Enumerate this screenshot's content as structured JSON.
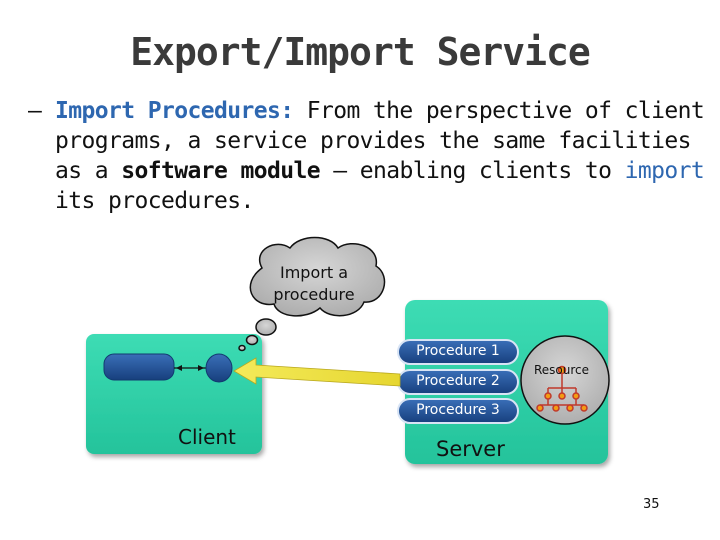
{
  "slide": {
    "title": "Export/Import Service",
    "bullet": {
      "dash": "–",
      "heading": "Import Procedures:",
      "text1": " From the perspective of client programs, a service provides the same facilities as a ",
      "emphasis": "software module",
      "text2": " – enabling clients to ",
      "import_word": "import",
      "text3": " its procedures."
    },
    "page_number": "35"
  },
  "diagram": {
    "thought_cloud": {
      "line1": "Import a",
      "line2": "procedure"
    },
    "client_label": "Client",
    "server_label": "Server",
    "resource_label": "Resource",
    "procedures": [
      "Procedure 1",
      "Procedure 2",
      "Procedure 3"
    ],
    "colors": {
      "box_green": "#2fd0a8",
      "procedure_blue": "#1f4f96",
      "arrow_yellow": "#f2e64a",
      "cloud_gray": "#b9b9b9"
    }
  }
}
